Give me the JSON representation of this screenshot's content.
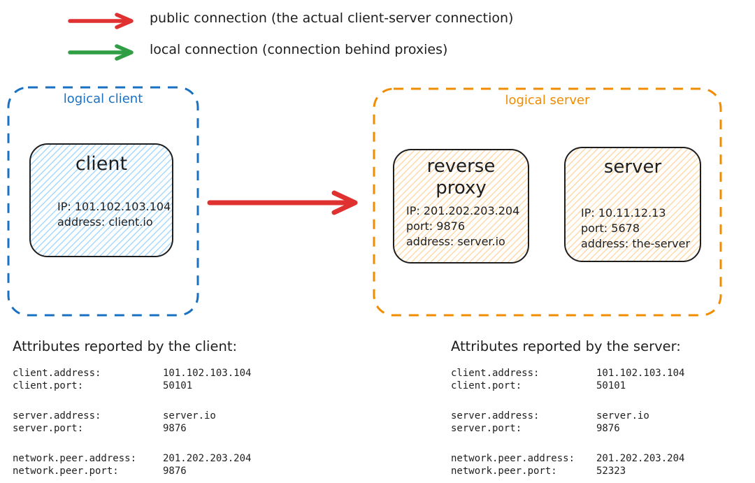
{
  "legend": {
    "items": [
      {
        "name": "public-connection",
        "color": "#e03131",
        "label": "public connection (the actual client-server connection)"
      },
      {
        "name": "local-connection",
        "color": "#2f9e44",
        "label": "local connection (connection behind proxies)"
      }
    ]
  },
  "diagram": {
    "logical_client": {
      "label": "logical client",
      "color": "#1971c2",
      "nodes": [
        {
          "title": "client",
          "lines": [
            "IP: 101.102.103.104",
            "address: client.io"
          ]
        }
      ]
    },
    "logical_server": {
      "label": "logical server",
      "color": "#f08c00",
      "nodes": [
        {
          "title": "reverse proxy",
          "lines": [
            "IP: 201.202.203.204",
            "port: 9876",
            "address: server.io"
          ]
        },
        {
          "title": "server",
          "lines": [
            "IP: 10.11.12.13",
            "port: 5678",
            "address: the-server"
          ]
        }
      ]
    },
    "connection_arrow": {
      "type": "public",
      "color": "#e03131"
    }
  },
  "attributes": {
    "client": {
      "title": "Attributes reported by the client:",
      "groups": [
        [
          {
            "key": "client.address:",
            "value": "101.102.103.104"
          },
          {
            "key": "client.port:",
            "value": "50101"
          }
        ],
        [
          {
            "key": "server.address:",
            "value": "server.io"
          },
          {
            "key": "server.port:",
            "value": "9876"
          }
        ],
        [
          {
            "key": "network.peer.address:",
            "value": "201.202.203.204"
          },
          {
            "key": "network.peer.port:",
            "value": "9876"
          }
        ]
      ]
    },
    "server": {
      "title": "Attributes reported by the server:",
      "groups": [
        [
          {
            "key": "client.address:",
            "value": "101.102.103.104"
          },
          {
            "key": "client.port:",
            "value": "50101"
          }
        ],
        [
          {
            "key": "server.address:",
            "value": "server.io"
          },
          {
            "key": "server.port:",
            "value": "9876"
          }
        ],
        [
          {
            "key": "network.peer.address:",
            "value": "201.202.203.204"
          },
          {
            "key": "network.peer.port:",
            "value": "52323"
          }
        ]
      ]
    }
  }
}
